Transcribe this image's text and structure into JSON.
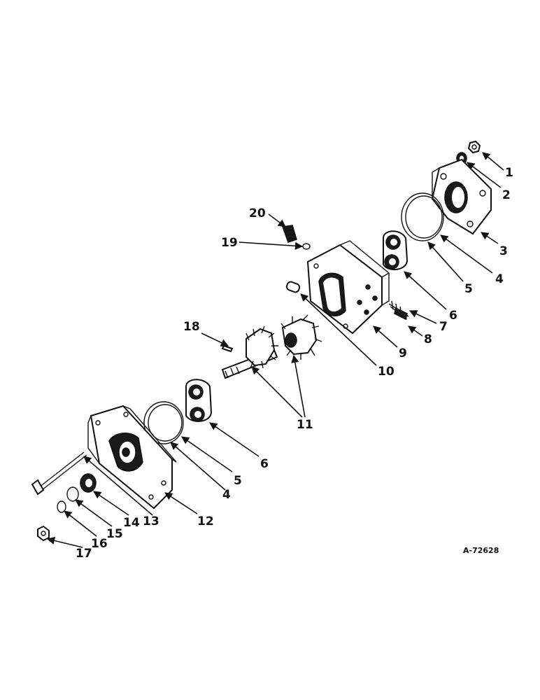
{
  "drawing_ref": "A-72628",
  "callouts": [
    "1",
    "2",
    "3",
    "4",
    "5",
    "6",
    "7",
    "8",
    "9",
    "10",
    "11",
    "12",
    "13",
    "14",
    "15",
    "16",
    "17",
    "18",
    "19",
    "20"
  ],
  "colors": {
    "ink": "#111111",
    "paper": "#ffffff"
  }
}
